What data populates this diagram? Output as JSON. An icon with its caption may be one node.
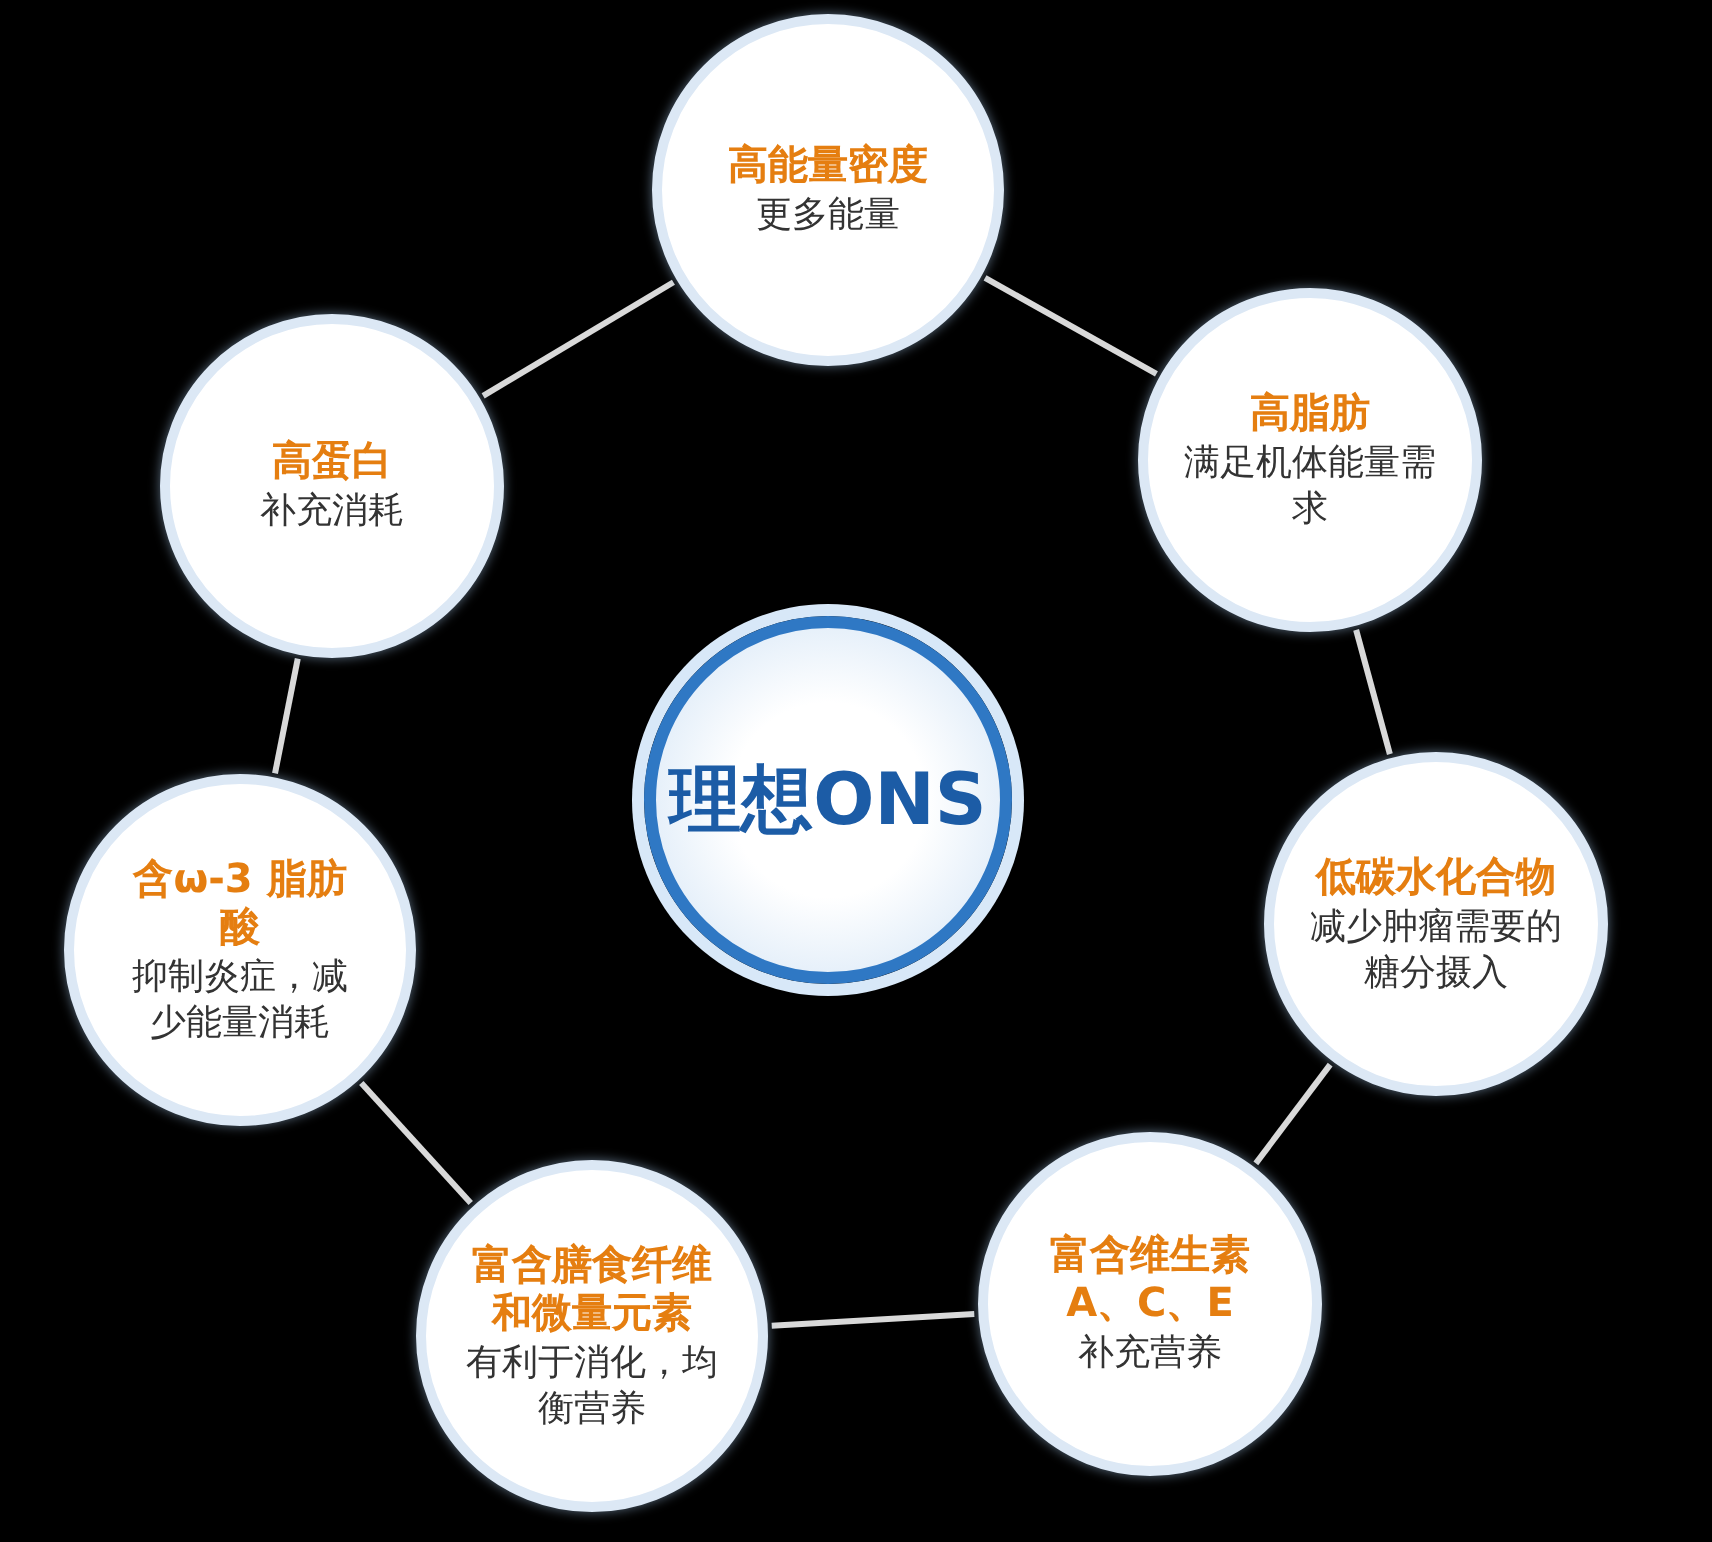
{
  "diagram": {
    "nodes": [
      {
        "text": [
          "高能量密度",
          "更多能量"
        ]
      },
      {
        "text": [
          "高蛋白",
          "补充消耗"
        ]
      },
      {
        "text": [
          "高脂肪",
          "满足机体能量需求"
        ]
      },
      {
        "text": [
          "理想ONS"
        ]
      },
      {
        "text": [
          "低碳水化合物",
          "减少肿瘤需要的糖分摄入"
        ]
      },
      {
        "text": [
          "含ω-3 脂肪酸",
          "抑制炎症，减少能量消耗"
        ]
      },
      {
        "text": [
          "富含膳食纤维和微量元素",
          "有利于消化，均衡营养"
        ]
      },
      {
        "text": [
          "富含维生素A、C、E",
          "补充营养"
        ]
      }
    ],
    "edges": [
      {
        "from": 0,
        "to": 2,
        "arrow": "none"
      },
      {
        "from": 2,
        "to": 4,
        "arrow": "none"
      },
      {
        "from": 4,
        "to": 7,
        "arrow": "none"
      },
      {
        "from": 7,
        "to": 6,
        "arrow": "none"
      },
      {
        "from": 6,
        "to": 5,
        "arrow": "none"
      },
      {
        "from": 5,
        "to": 1,
        "arrow": "none"
      },
      {
        "from": 1,
        "to": 0,
        "arrow": "none"
      }
    ]
  }
}
